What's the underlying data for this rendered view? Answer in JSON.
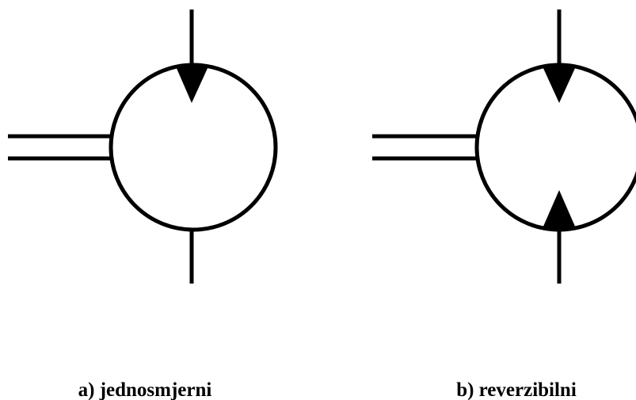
{
  "colors": {
    "stroke": "#000000",
    "background": "#ffffff"
  },
  "symbols": [
    {
      "id": "a",
      "caption": "a) jednosmjerni",
      "arrows": [
        "inlet-down"
      ]
    },
    {
      "id": "b",
      "caption": "b) reverzibilni",
      "arrows": [
        "inlet-down",
        "outlet-up"
      ]
    }
  ]
}
